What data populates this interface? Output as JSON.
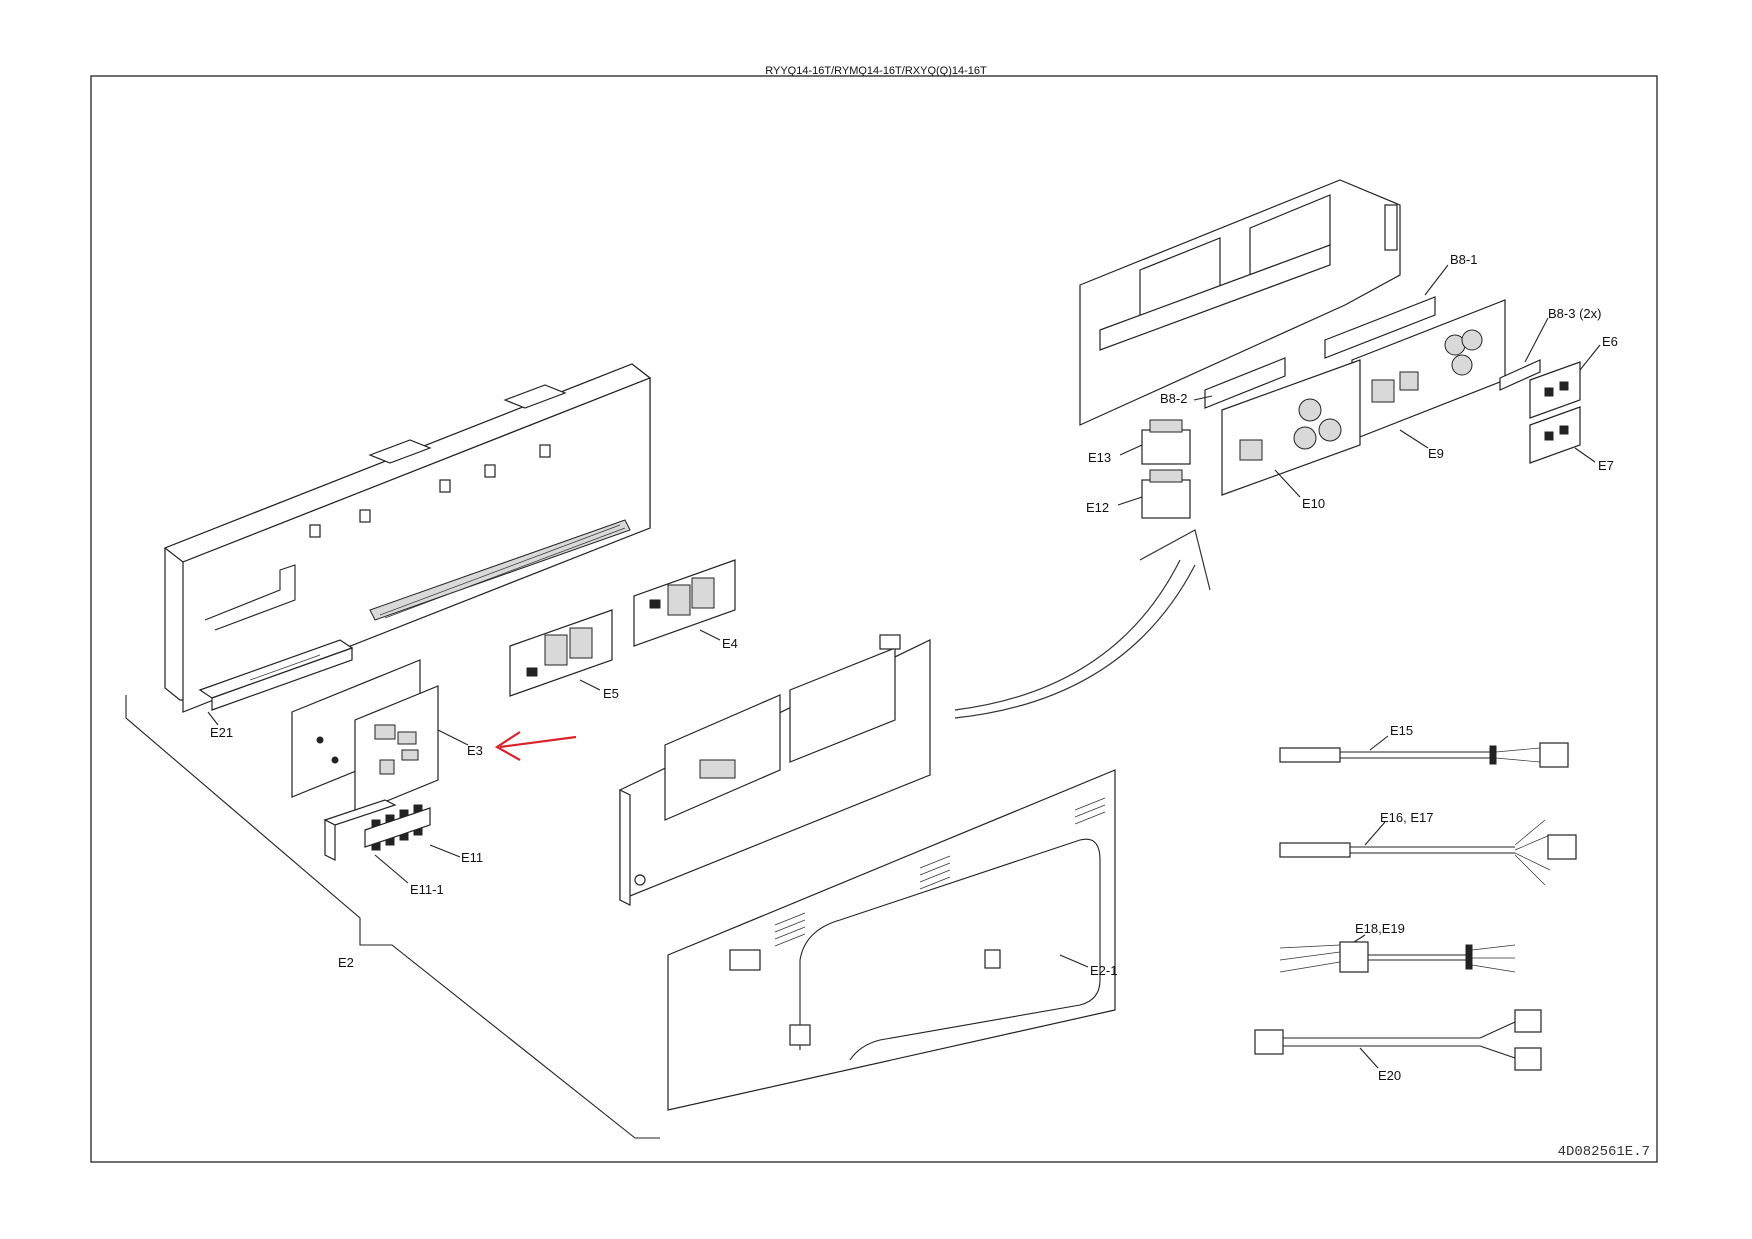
{
  "header": {
    "title": "RYYQ14-16T/RYMQ14-16T/RXYQ(Q)14-16T"
  },
  "drawing_code": "4D082561E.7",
  "colors": {
    "line": "#222222",
    "arrow_highlight": "#d8232a",
    "paper": "#ffffff"
  },
  "labels": {
    "E2": "E2",
    "E2_1": "E2-1",
    "E3": "E3",
    "E4": "E4",
    "E5": "E5",
    "E6": "E6",
    "E7": "E7",
    "E9": "E9",
    "E10": "E10",
    "E11": "E11",
    "E11_1": "E11-1",
    "E12": "E12",
    "E13": "E13",
    "E15": "E15",
    "E16_E17": "E16, E17",
    "E18_E19": "E18,E19",
    "E20": "E20",
    "E21": "E21",
    "B8_1": "B8-1",
    "B8_2": "B8-2",
    "B8_3": "B8-3 (2x)"
  },
  "icons": {
    "highlight_arrow": "red-left-arrow-icon",
    "flow_arrow": "curved-arrow-icon"
  }
}
